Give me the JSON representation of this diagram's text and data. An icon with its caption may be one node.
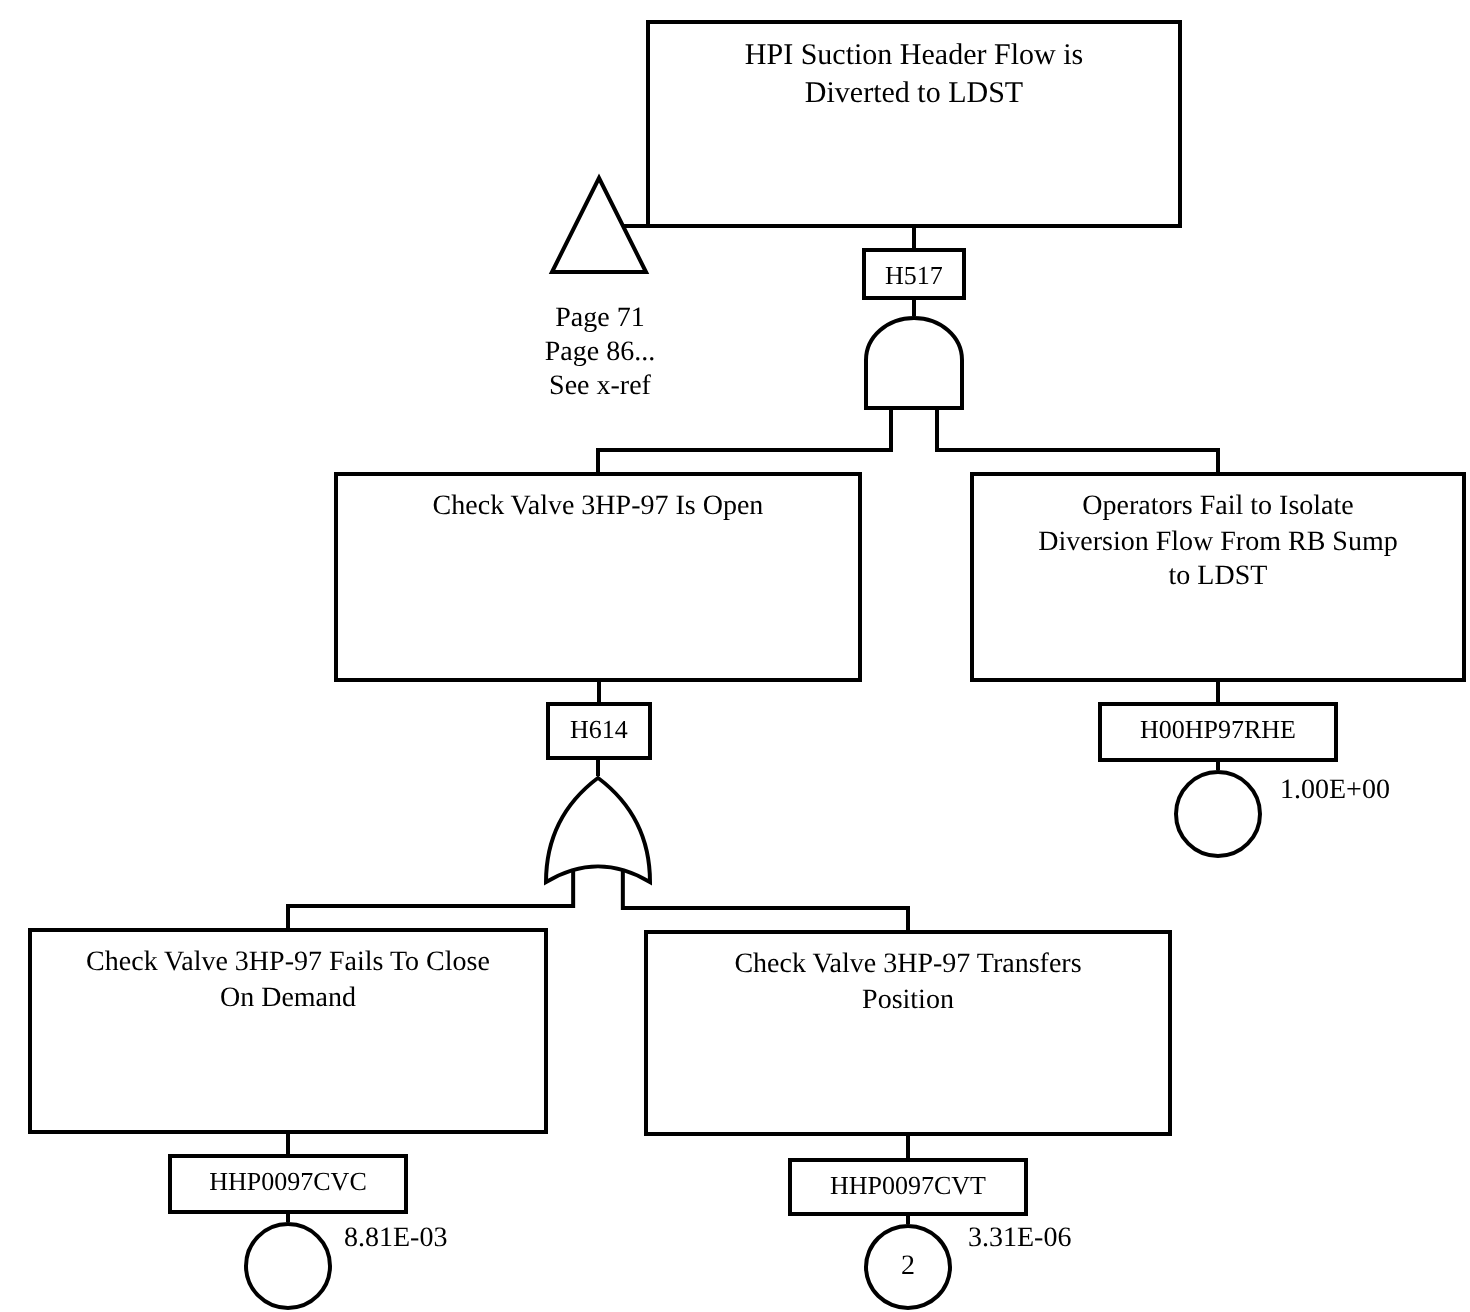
{
  "diagram": {
    "nodes": [
      {
        "text": [
          "HPI Suction Header Flow is Diverted to LDST"
        ]
      },
      {
        "text": [],
        "shape": "triangle",
        "beside": [
          "Page 71 Page 86... See x-ref"
        ]
      },
      {
        "text": [
          "H517"
        ]
      },
      {
        "text": [],
        "shape": "and-gate"
      },
      {
        "text": [
          "Check Valve 3HP-97 Is Open"
        ]
      },
      {
        "text": [
          "Operators Fail to Isolate Diversion Flow From RB Sump to LDST"
        ]
      },
      {
        "text": [
          "H614"
        ]
      },
      {
        "text": [],
        "shape": "or-gate"
      },
      {
        "text": [
          "H00HP97RHE"
        ]
      },
      {
        "text": [],
        "shape": "circle",
        "beside": [
          "1.00E+00"
        ]
      },
      {
        "text": [
          "Check Valve 3HP-97 Fails To Close On Demand"
        ]
      },
      {
        "text": [
          "Check Valve 3HP-97 Transfers Position"
        ]
      },
      {
        "text": [
          "HHP0097CVC"
        ]
      },
      {
        "text": [],
        "shape": "circle",
        "beside": [
          "8.81E-03"
        ]
      },
      {
        "text": [
          "HHP0097CVT"
        ]
      },
      {
        "text": [
          "2"
        ],
        "beside": [
          "3.31E-06"
        ]
      }
    ],
    "edges": [
      {
        "from": 0,
        "to": 2,
        "arrow": "none"
      },
      {
        "from": 1,
        "to": 0,
        "arrow": "none"
      },
      {
        "from": 2,
        "to": 3,
        "arrow": "none"
      },
      {
        "from": 3,
        "to": 4,
        "arrow": "none"
      },
      {
        "from": 3,
        "to": 5,
        "arrow": "none"
      },
      {
        "from": 4,
        "to": 6,
        "arrow": "none"
      },
      {
        "from": 6,
        "to": 7,
        "arrow": "none"
      },
      {
        "from": 7,
        "to": 10,
        "arrow": "none"
      },
      {
        "from": 7,
        "to": 11,
        "arrow": "none"
      },
      {
        "from": 5,
        "to": 8,
        "arrow": "none"
      },
      {
        "from": 8,
        "to": 9,
        "arrow": "none"
      },
      {
        "from": 10,
        "to": 12,
        "arrow": "none"
      },
      {
        "from": 12,
        "to": 13,
        "arrow": "none"
      },
      {
        "from": 11,
        "to": 14,
        "arrow": "none"
      },
      {
        "from": 14,
        "to": 15,
        "arrow": "none"
      }
    ]
  }
}
